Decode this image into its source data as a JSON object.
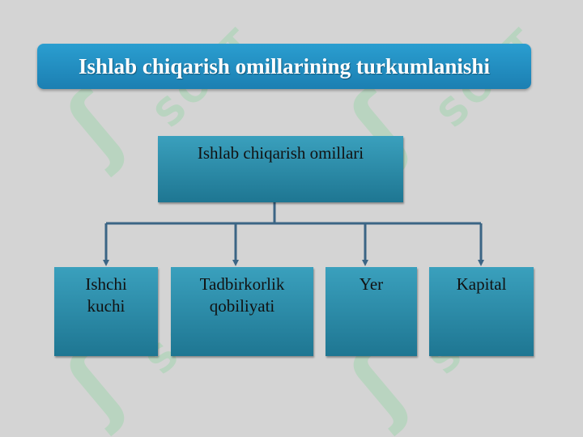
{
  "title": "Ishlab chiqarish omillarining turkumlanishi",
  "root": {
    "label": "Ishlab chiqarish omillari"
  },
  "children": [
    {
      "label": "Ishchi kuchi"
    },
    {
      "label": "Tadbirkorlik qobiliyati"
    },
    {
      "label": "Yer"
    },
    {
      "label": "Kapital"
    }
  ],
  "watermark": {
    "text": "SOFT"
  },
  "colors": {
    "background": "#d4d4d4",
    "title_bar": "#1c7fb2",
    "box": "#2b8aa8",
    "connector": "#3b6585",
    "watermark": "#9ad4a8"
  }
}
